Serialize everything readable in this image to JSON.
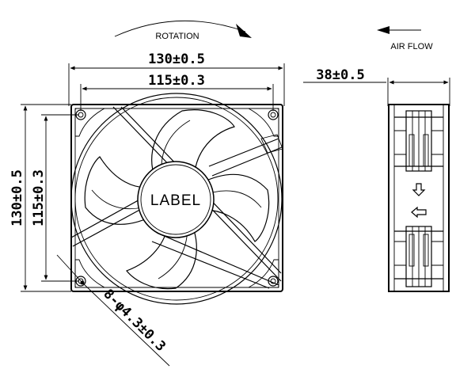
{
  "front_view": {
    "rotation_label": "ROTATION",
    "width_outer": "130±0.5",
    "width_hole": "115±0.3",
    "height_outer": "130±0.5",
    "height_hole": "115±0.3",
    "hub_label": "LABEL",
    "hole_callout": "8-φ4.3±0.3"
  },
  "side_view": {
    "airflow_label": "AIR FLOW",
    "depth": "38±0.5"
  },
  "icons": [
    "rotation-arrow-icon",
    "airflow-arrow-icon",
    "down-arrow-icon",
    "left-arrow-icon"
  ]
}
